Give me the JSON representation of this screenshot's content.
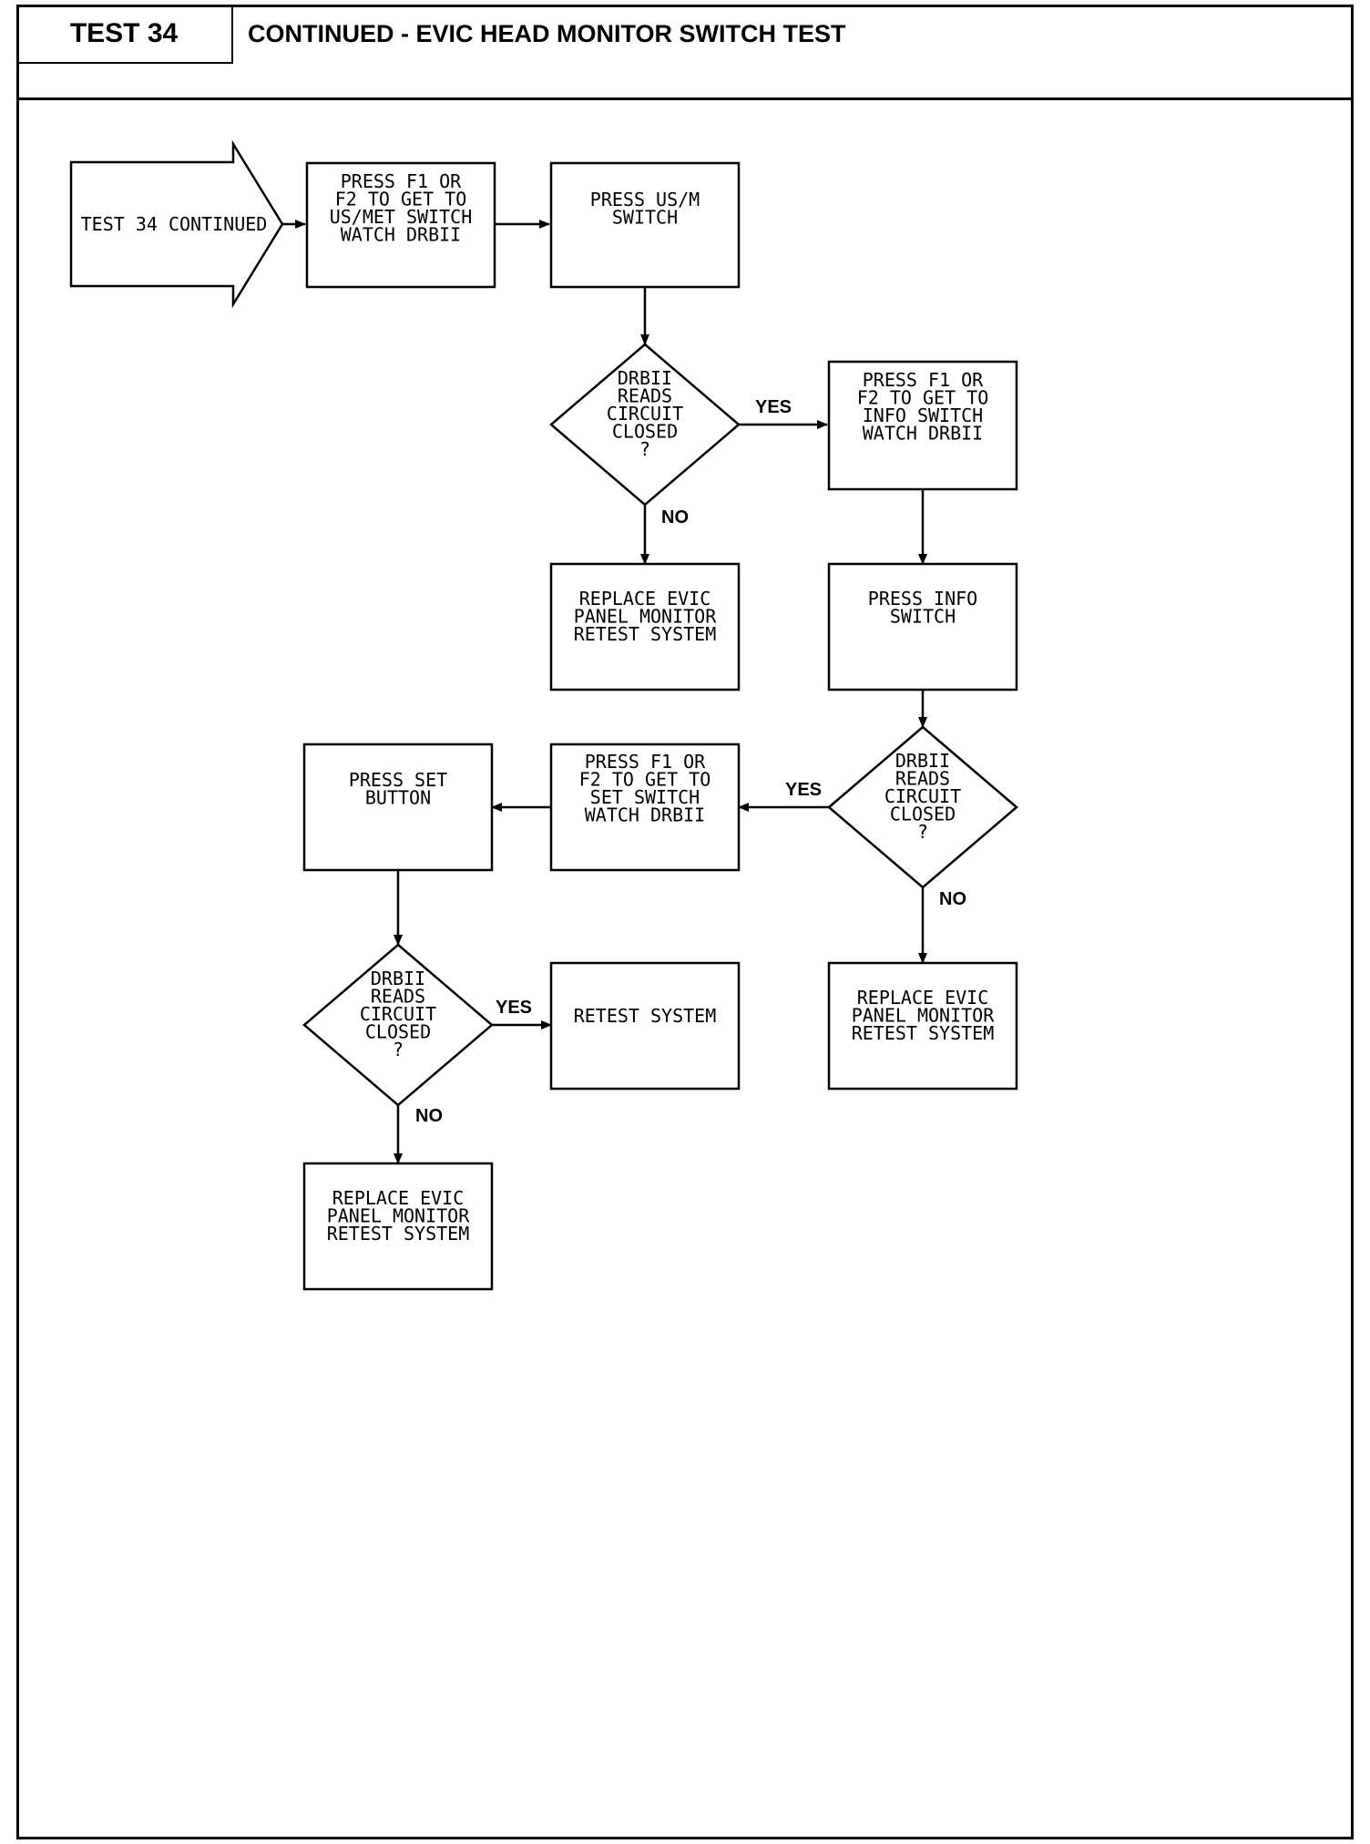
{
  "header": {
    "test_label": "TEST 34",
    "title": "CONTINUED - EVIC HEAD MONITOR SWITCH TEST"
  },
  "flowchart": {
    "start": {
      "lines": [
        "TEST 34 CONTINUED"
      ]
    },
    "press_f1_usmet": {
      "lines": [
        "PRESS F1 OR",
        "F2 TO GET TO",
        "US/MET SWITCH",
        "WATCH DRBII"
      ]
    },
    "press_usm": {
      "lines": [
        "PRESS US/M",
        "SWITCH"
      ]
    },
    "decision_1": {
      "lines": [
        "DRBII",
        "READS",
        "CIRCUIT",
        "CLOSED",
        "?"
      ]
    },
    "press_f1_info": {
      "lines": [
        "PRESS F1 OR",
        "F2 TO GET TO",
        "INFO SWITCH",
        "WATCH DRBII"
      ]
    },
    "replace_1": {
      "lines": [
        "REPLACE EVIC",
        "PANEL MONITOR",
        "RETEST SYSTEM"
      ]
    },
    "press_info": {
      "lines": [
        "PRESS INFO",
        "SWITCH"
      ]
    },
    "decision_2": {
      "lines": [
        "DRBII",
        "READS",
        "CIRCUIT",
        "CLOSED",
        "?"
      ]
    },
    "press_f1_set": {
      "lines": [
        "PRESS F1 OR",
        "F2 TO GET TO",
        "SET SWITCH",
        "WATCH DRBII"
      ]
    },
    "press_set": {
      "lines": [
        "PRESS SET",
        "BUTTON"
      ]
    },
    "replace_2": {
      "lines": [
        "REPLACE EVIC",
        "PANEL MONITOR",
        "RETEST SYSTEM"
      ]
    },
    "decision_3": {
      "lines": [
        "DRBII",
        "READS",
        "CIRCUIT",
        "CLOSED",
        "?"
      ]
    },
    "retest": {
      "lines": [
        "RETEST SYSTEM"
      ]
    },
    "replace_3": {
      "lines": [
        "REPLACE EVIC",
        "PANEL MONITOR",
        "RETEST SYSTEM"
      ]
    },
    "labels": {
      "d1_yes": "YES",
      "d1_no": "NO",
      "d2_yes": "YES",
      "d2_no": "NO",
      "d3_yes": "YES",
      "d3_no": "NO"
    }
  }
}
